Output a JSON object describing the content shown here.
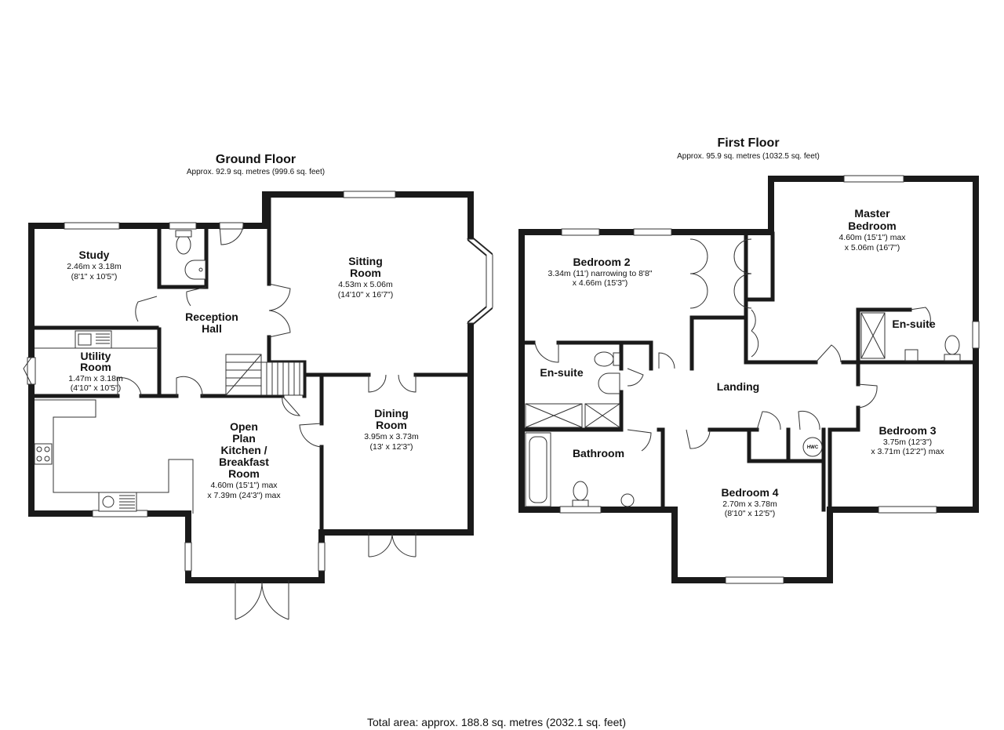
{
  "ground_floor": {
    "title": "Ground Floor",
    "area": "Approx. 92.9 sq. metres (999.6 sq. feet)",
    "rooms": {
      "study": {
        "name_lines": [
          "Study"
        ],
        "dims": [
          "2.46m x 3.18m",
          "(8'1\" x 10'5\")"
        ]
      },
      "reception_hall": {
        "name_lines": [
          "Reception",
          "Hall"
        ],
        "dims": []
      },
      "sitting_room": {
        "name_lines": [
          "Sitting",
          "Room"
        ],
        "dims": [
          "4.53m x 5.06m",
          "(14'10\" x 16'7\")"
        ]
      },
      "utility_room": {
        "name_lines": [
          "Utility",
          "Room"
        ],
        "dims": [
          "1.47m x 3.18m",
          "(4'10\" x 10'5\")"
        ]
      },
      "dining_room": {
        "name_lines": [
          "Dining",
          "Room"
        ],
        "dims": [
          "3.95m x 3.73m",
          "(13' x 12'3\")"
        ]
      },
      "kitchen": {
        "name_lines": [
          "Open",
          "Plan",
          "Kitchen /",
          "Breakfast",
          "Room"
        ],
        "dims": [
          "4.60m (15'1\") max",
          "x 7.39m (24'3\") max"
        ]
      }
    }
  },
  "first_floor": {
    "title": "First Floor",
    "area": "Approx. 95.9 sq. metres (1032.5 sq. feet)",
    "hwc_label": "HWC",
    "rooms": {
      "bedroom_2": {
        "name_lines": [
          "Bedroom 2"
        ],
        "dims": [
          "3.34m (11') narrowing to 8'8\"",
          "x 4.66m (15'3\")"
        ]
      },
      "master_bedroom": {
        "name_lines": [
          "Master",
          "Bedroom"
        ],
        "dims": [
          "4.60m (15'1\") max",
          "x 5.06m (16'7\")"
        ]
      },
      "ensuite_master": {
        "name_lines": [
          "En-suite"
        ],
        "dims": []
      },
      "ensuite_bed2": {
        "name_lines": [
          "En-suite"
        ],
        "dims": []
      },
      "landing": {
        "name_lines": [
          "Landing"
        ],
        "dims": []
      },
      "bathroom": {
        "name_lines": [
          "Bathroom"
        ],
        "dims": []
      },
      "bedroom_3": {
        "name_lines": [
          "Bedroom 3"
        ],
        "dims": [
          "3.75m (12'3\")",
          "x 3.71m (12'2\") max"
        ]
      },
      "bedroom_4": {
        "name_lines": [
          "Bedroom 4"
        ],
        "dims": [
          "2.70m x 3.78m",
          "(8'10\" x 12'5\")"
        ]
      }
    }
  },
  "total_area": "Total area: approx. 188.8 sq. metres (2032.1 sq. feet)"
}
